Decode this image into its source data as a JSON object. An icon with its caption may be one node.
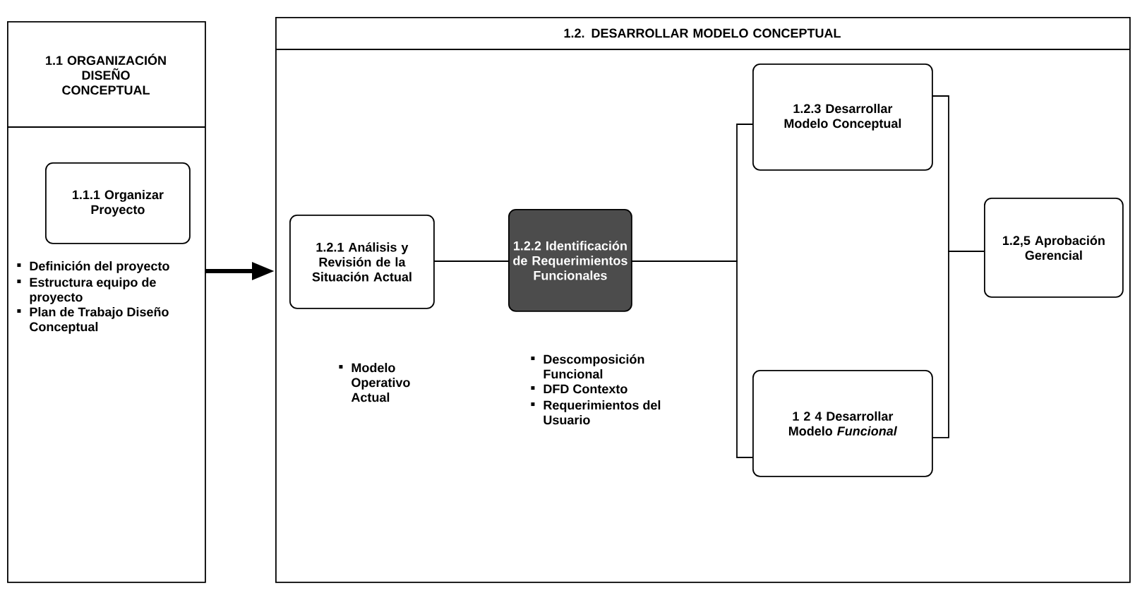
{
  "diagram": {
    "nodes": [
      {
        "text": [
          "1.1 ORGANIZACIÓN DISEÑO CONCEPTUAL",
          "Definición del proyecto",
          "Estructura equipo de proyecto",
          "Plan de Trabajo Diseño Conceptual"
        ]
      },
      {
        "text": [
          "1.1.1 Organizar Proyecto"
        ],
        "in": 0
      },
      {
        "text": [
          "1.2. DESARROLLAR MODELO CONCEPTUAL"
        ]
      },
      {
        "text": [
          "1.2.1 Análisis y Revisión de la Situación Actual"
        ],
        "in": 2
      },
      {
        "text": [
          "1.2.2 Identificación de Requerimientos Funcionales"
        ],
        "in": 2
      },
      {
        "text": [
          "1.2.3 Desarrollar Modelo Conceptual"
        ],
        "in": 2
      },
      {
        "text": [
          "1 2 4 Desarrollar Modelo *Funcional*"
        ],
        "in": 2
      },
      {
        "text": [
          "1.2,5 Aprobación Gerencial"
        ],
        "in": 2
      }
    ],
    "edges": [
      {
        "from": 0,
        "to": 2,
        "arrow": "to",
        "style": "thick"
      },
      {
        "from": 3,
        "to": 4,
        "arrow": "none"
      },
      {
        "from": 4,
        "to": 5,
        "arrow": "none"
      },
      {
        "from": 4,
        "to": 6,
        "arrow": "none"
      },
      {
        "from": 5,
        "to": 7,
        "arrow": "none"
      },
      {
        "from": 6,
        "to": 7,
        "arrow": "none"
      }
    ],
    "labels": [
      "Modelo Operativo Actual",
      "Descomposición Funcional",
      "DFD Contexto",
      "Requerimientos del Usuario"
    ]
  }
}
